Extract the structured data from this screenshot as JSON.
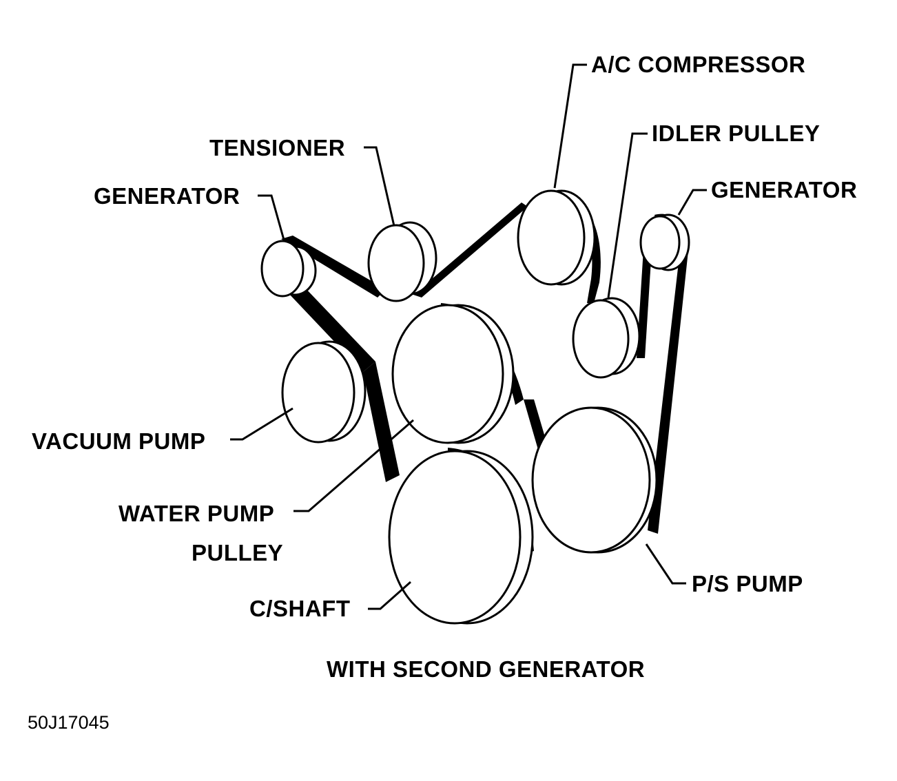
{
  "labels": {
    "tensioner": "TENSIONER",
    "generator_left": "GENERATOR",
    "ac_compressor": "A/C COMPRESSOR",
    "idler_pulley": "IDLER PULLEY",
    "generator_right": "GENERATOR",
    "vacuum_pump": "VACUUM PUMP",
    "water_pump_line1": "WATER PUMP",
    "water_pump_line2": "PULLEY",
    "crankshaft": "C/SHAFT",
    "ps_pump": "P/S PUMP"
  },
  "caption": "WITH SECOND GENERATOR",
  "figure_code": "50J17045",
  "colors": {
    "ink": "#000000",
    "paper": "#ffffff"
  }
}
